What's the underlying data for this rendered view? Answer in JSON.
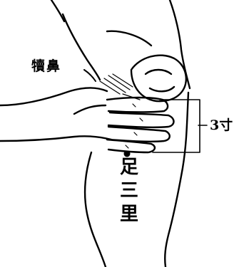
{
  "diagram": {
    "labels": {
      "dubi": "犢鼻",
      "measure": "3寸",
      "zusanli": "足三里"
    },
    "colors": {
      "ink": "#000000",
      "paper": "#ffffff"
    },
    "icons": [
      "knee-outline",
      "hand-outline",
      "measure-bracket",
      "acupoint-dot",
      "leader-line"
    ]
  }
}
